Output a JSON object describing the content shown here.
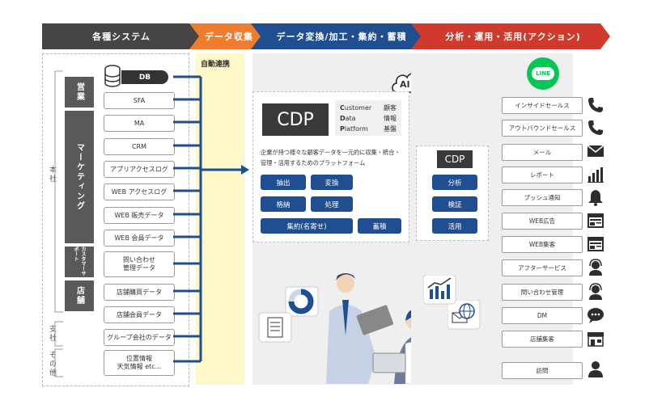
{
  "header": {
    "systems": "各種システム",
    "collection": "データ収集",
    "transform": "データ変換/加工・集約・蓄積",
    "analysis": "分析・運用・活用(アクション)"
  },
  "left": {
    "groups": {
      "honsha": "本社",
      "shisha": "支社",
      "sonota": "その他",
      "eigyo": "営業",
      "marketing": "マーケティング",
      "support": "カスタマーサポート",
      "tenpo": "店舗"
    },
    "db": "DB",
    "sources": [
      "SFA",
      "MA",
      "CRM",
      "アプリアクセスログ",
      "WEB アクセスログ",
      "WEB 販売データ",
      "WEB 会員データ"
    ],
    "support_source": "問い合わせ\n管理データ",
    "store_sources": [
      "店舗購買データ",
      "店舗会員データ"
    ],
    "branch_source": "グループ会社のデータ",
    "other_source": "位置情報\n天気情報 etc..."
  },
  "collection": {
    "label": "自動連携"
  },
  "cdp": {
    "title": "CDP",
    "acronym": [
      {
        "initial": "C",
        "rest": "ustomer",
        "jp": "顧客"
      },
      {
        "initial": "D",
        "rest": "ata",
        "jp": "情報"
      },
      {
        "initial": "P",
        "rest": "latform",
        "jp": "基盤"
      }
    ],
    "description": "企業が持つ様々な顧客データを一元的に収集・統合・管理・活用するためのプラットフォーム",
    "buttons": [
      "抽出",
      "変換",
      "格納",
      "処理",
      "集約(名寄せ)",
      "蓄積"
    ],
    "ai": "AI"
  },
  "cdp_small": {
    "title": "CDP",
    "buttons": [
      "分析",
      "検証",
      "活用"
    ]
  },
  "actions": {
    "line": "LINE",
    "items": [
      {
        "label": "インサイドセールス",
        "icon": "phone-icon"
      },
      {
        "label": "アウトバウンドセールス",
        "icon": "phone-icon"
      },
      {
        "label": "メール",
        "icon": "mail-icon"
      },
      {
        "label": "レポート",
        "icon": "bar-chart-icon"
      },
      {
        "label": "プッシュ通知",
        "icon": "bell-icon"
      },
      {
        "label": "WEB広告",
        "icon": "web-page-icon"
      },
      {
        "label": "WEB集客",
        "icon": "web-page-icon"
      },
      {
        "label": "アフターサービス",
        "icon": "headset-icon"
      },
      {
        "label": "問い合わせ管理",
        "icon": "headset-icon"
      },
      {
        "label": "DM",
        "icon": "speech-bubble-icon"
      },
      {
        "label": "店舗集客",
        "icon": "store-icon"
      },
      {
        "label": "訪問",
        "icon": "person-icon"
      }
    ]
  },
  "colors": {
    "systems": "#454545",
    "collection": "#ee7d2e",
    "transform": "#1f4e91",
    "analysis": "#cf3a2c",
    "line_green": "#06c755",
    "yellow_band": "#fff8c9"
  }
}
